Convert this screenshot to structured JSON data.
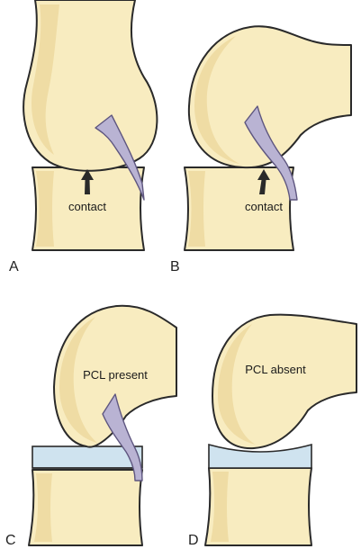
{
  "colors": {
    "bone": "#f8ecc0",
    "shade": "#efdca4",
    "outline": "#2a2a2a",
    "ligament": "#b9b3d3",
    "ligament_edge": "#5e567f",
    "insert": "#cfe3ef",
    "background": "#ffffff"
  },
  "panels": [
    {
      "letter": "A",
      "label": "contact",
      "icon": "contact-arrow-icon"
    },
    {
      "letter": "B",
      "label": "contact",
      "icon": "contact-arrow-icon"
    },
    {
      "letter": "C",
      "label": "PCL present"
    },
    {
      "letter": "D",
      "label": "PCL absent"
    }
  ]
}
